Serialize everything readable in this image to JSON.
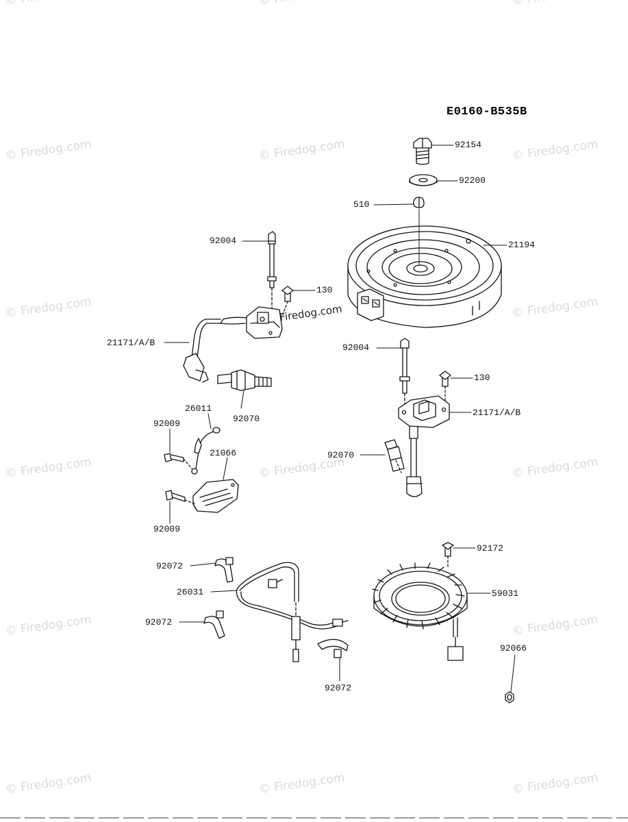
{
  "diagram_code": "E0160-B535B",
  "watermark": "© Firedog.com",
  "watermark_inline": "Firedog.com",
  "labels": {
    "l92154": "92154",
    "l92200": "92200",
    "l510": "510",
    "l21194": "21194",
    "l92004a": "92004",
    "l130a": "130",
    "l21171a": "21171/A/B",
    "l92070a": "92070",
    "l92004b": "92004",
    "l130b": "130",
    "l21171b": "21171/A/B",
    "l92070b": "92070",
    "l26011": "26011",
    "l92009a": "92009",
    "l21066": "21066",
    "l92009b": "92009",
    "l92072a": "92072",
    "l26031": "26031",
    "l92072b": "92072",
    "l92072c": "92072",
    "l92172": "92172",
    "l59031": "59031",
    "l92066": "92066"
  }
}
